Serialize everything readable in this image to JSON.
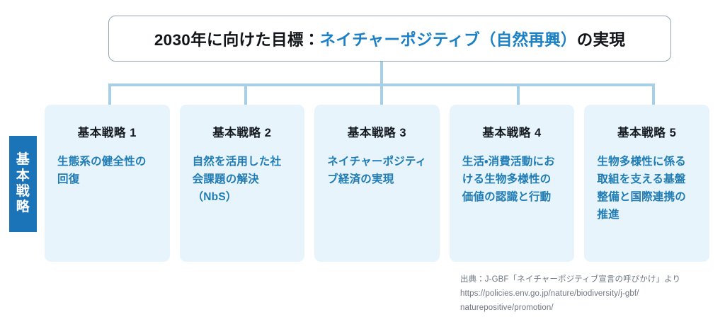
{
  "title_box": {
    "prefix": "2030年に向けた目標：",
    "accent": "ネイチャーポジティブ（自然再興）",
    "suffix": "の実現"
  },
  "side_badge": {
    "chars": [
      "基",
      "本",
      "戦",
      "略"
    ],
    "label": "基本戦略"
  },
  "cards": [
    {
      "heading": "基本戦略 1",
      "body": "生態系の健全性の回復"
    },
    {
      "heading": "基本戦略 2",
      "body": "自然を活用した社会課題の解決（NbS）"
    },
    {
      "heading": "基本戦略 3",
      "body": "ネイチャーポジティブ経済の実現"
    },
    {
      "heading": "基本戦略 4",
      "body": "生活・消費活動における生物多様性の価値の認識と行動"
    },
    {
      "heading": "基本戦略 5",
      "body": "生物多様性に係る取組を支える基盤整備と国際連携の推進"
    }
  ],
  "source": {
    "line1": "出典：J-GBF「ネイチャーポジティブ宣言の呼びかけ」より",
    "line2": "https://policies.env.go.jp/nature/biodiversity/j-gbf/",
    "line3": "naturepositive/promotion/"
  },
  "colors": {
    "accent_blue": "#1b80c4",
    "body_blue": "#1f7cb4",
    "card_bg": "#e8f4fc",
    "connector": "#a8cfe8",
    "badge_bg": "#1c74b8",
    "title_border": "#8fa7b3",
    "heading_dark": "#141a20",
    "source_gray": "#6f7782"
  }
}
